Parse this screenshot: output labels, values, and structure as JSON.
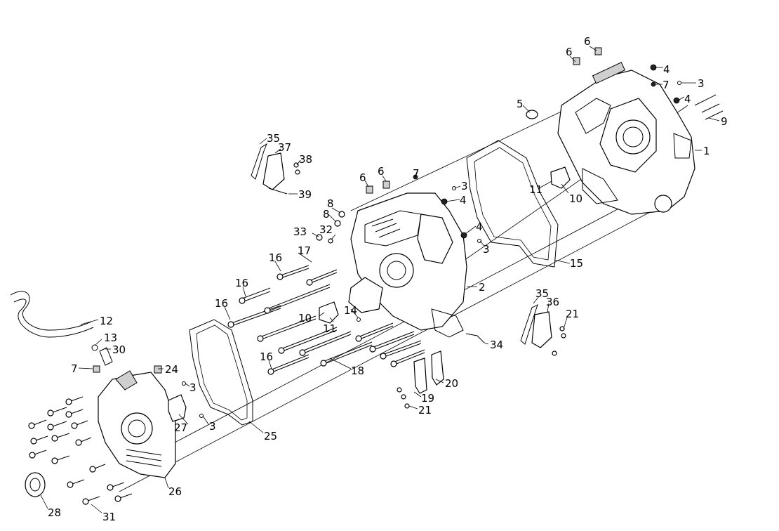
{
  "diagram": {
    "callouts": [
      "1",
      "2",
      "3",
      "4",
      "5",
      "6",
      "7",
      "8",
      "9",
      "10",
      "11",
      "12",
      "13",
      "14",
      "15",
      "16",
      "17",
      "18",
      "19",
      "20",
      "21",
      "24",
      "25",
      "26",
      "27",
      "28",
      "30",
      "31",
      "32",
      "33",
      "34",
      "35",
      "36",
      "37",
      "38",
      "39"
    ]
  }
}
